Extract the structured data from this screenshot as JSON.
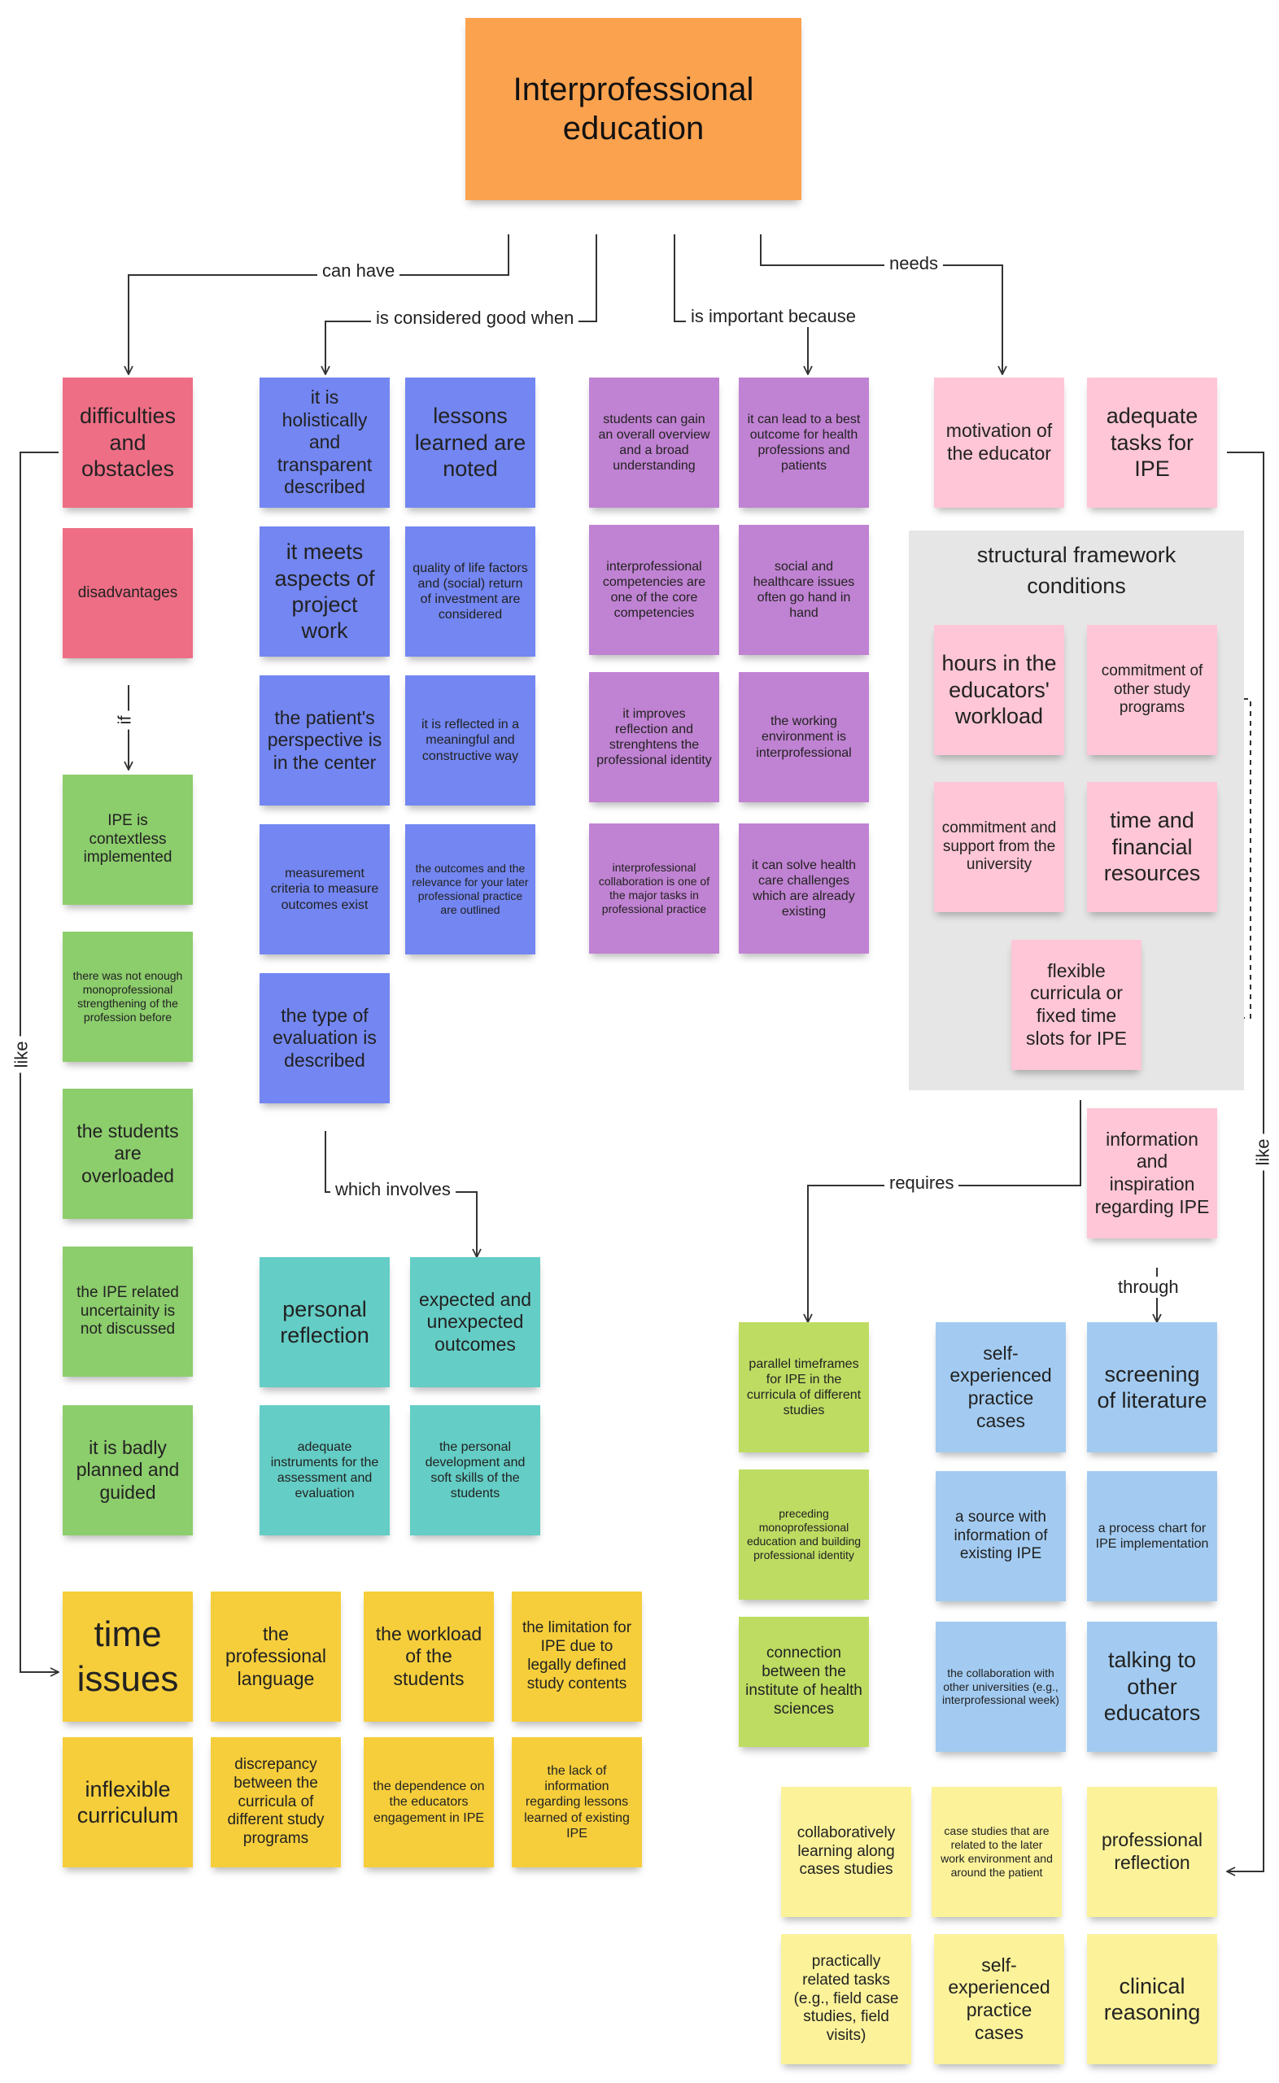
{
  "diagram": {
    "title": "Interprofessional education",
    "edge_labels": {
      "can_have": "can have",
      "is_considered_good_when": "is considered good when",
      "is_important_because": "is important because",
      "needs": "needs",
      "if": "if",
      "like_left": "like",
      "like_right": "like",
      "which_involves": "which involves",
      "requires": "requires",
      "through": "through"
    },
    "difficulties": {
      "main": "difficulties and obstacles",
      "disadvantages": "disadvantages",
      "if_items": [
        "IPE is contextless implemented",
        "there was not enough monoprofessional strengthening of the profession before",
        "the students are overloaded",
        "the IPE related uncertainity is not discussed",
        "it is badly planned and guided"
      ]
    },
    "good_when": [
      "it is holistically and transparent described",
      "lessons learned are noted",
      "it meets aspects of project work",
      "quality of life factors and (social) return of investment are considered",
      "the patient's perspective is in the center",
      "it is reflected in a meaningful and constructive way",
      "measurement criteria to measure outcomes exist",
      "the outcomes and the relevance for your later professional practice are outlined",
      "the type of evaluation is described"
    ],
    "involves": [
      "personal reflection",
      "expected and unexpected outcomes",
      "adequate instruments for the assessment and evaluation",
      "the personal development and soft skills of the students"
    ],
    "important_because": [
      "students can gain an overall overview and a broad understanding",
      "it can lead to a best outcome for health professions and patients",
      "interprofessional competencies are one of the core competencies",
      "social and healthcare issues often go hand in hand",
      "it improves reflection and strenghtens the professional identity",
      "the working environment is interprofessional",
      "interprofessional collaboration is one of the major tasks in professional practice",
      "it can solve health care challenges which are already existing"
    ],
    "needs": {
      "motivation": "motivation of the educator",
      "adequate_tasks": "adequate tasks for IPE",
      "framework_title": "structural framework conditions",
      "framework": {
        "hours": "hours in the educators' workload",
        "commitment_programs": "commitment of other study programs",
        "commitment_university": "commitment and support from the university",
        "time_resources": "time and financial resources",
        "flexible": "flexible curricula or fixed time slots for IPE"
      },
      "information": "information and inspiration regarding IPE"
    },
    "requires": [
      "parallel timeframes for IPE in the curricula of different studies",
      "preceding monoprofessional education and building professional identity",
      "connection between the institute of health sciences"
    ],
    "through": [
      "self-experienced practice cases",
      "screening of literature",
      "a source with information of existing IPE",
      "a process chart for IPE implementation",
      "the collaboration with other universities (e.g., interprofessional week)",
      "talking to other educators"
    ],
    "time_issues": [
      "time issues",
      "the professional language",
      "the workload of the students",
      "the limitation for IPE due to legally defined study contents",
      "inflexible curriculum",
      "discrepancy between the curricula of different study programs",
      "the dependence on the educators engagement in IPE",
      "the lack of information regarding lessons learned of existing IPE"
    ],
    "task_examples": [
      "collaboratively learning along cases studies",
      "case studies that are related to the later work environment and around the patient",
      "professional reflection",
      "practically related tasks (e.g., field case studies, field visits)",
      "self-experienced practice cases",
      "clinical reasoning"
    ]
  },
  "colors": {
    "title": "#fba24f",
    "difficulties": "#ee6e85",
    "if_items": "#8ccd6c",
    "good_when": "#7386f1",
    "important": "#c082d2",
    "needs": "#fec6d6",
    "involves": "#64cdc5",
    "time_issues": "#f6ce3b",
    "requires": "#bedc62",
    "through": "#a3cbf1",
    "task_examples": "#fbf29a",
    "framework_bg": "#e6e6e6"
  }
}
